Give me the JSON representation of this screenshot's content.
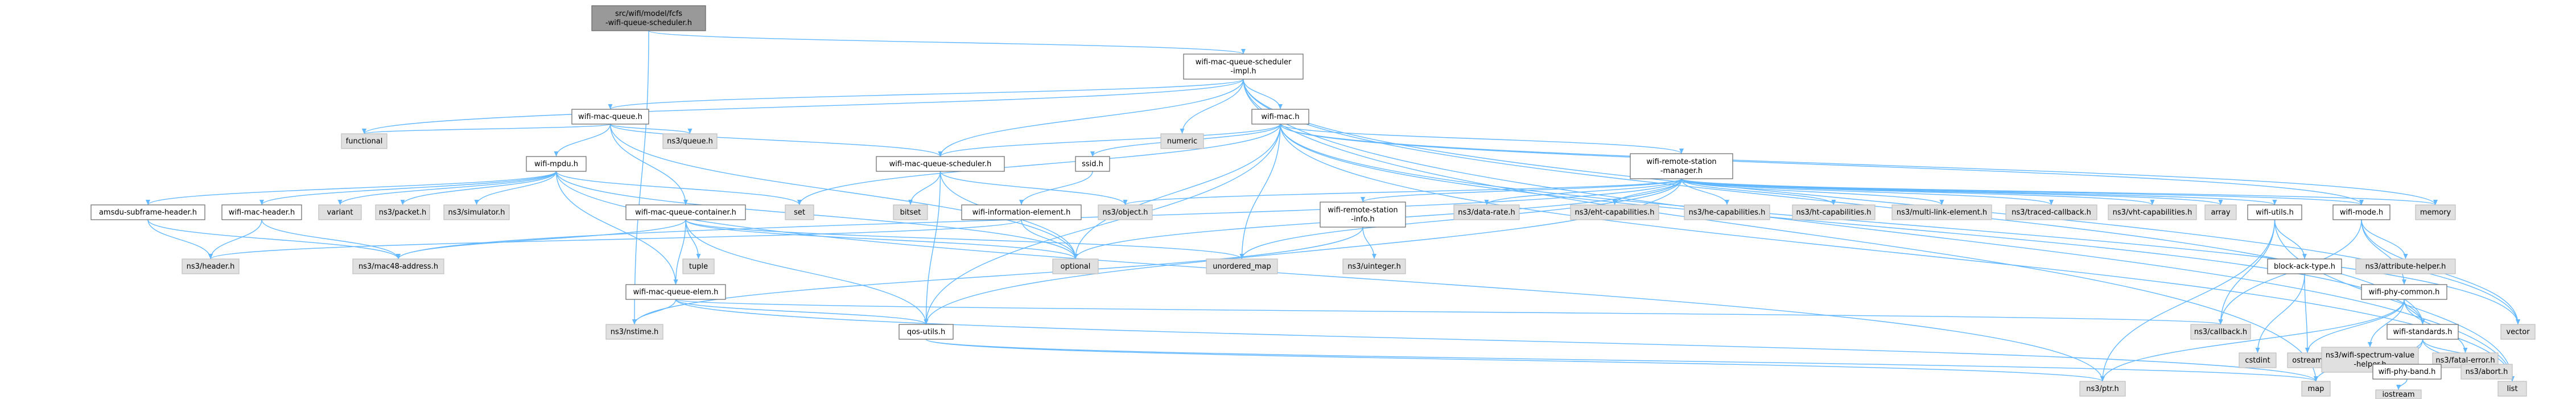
{
  "nodes": [
    {
      "id": "root",
      "lines": [
        "src/wifi/model/fcfs",
        "-wifi-queue-scheduler.h"
      ],
      "kind": "root"
    },
    {
      "id": "impl",
      "lines": [
        "wifi-mac-queue-scheduler",
        "-impl.h"
      ],
      "kind": "doc"
    },
    {
      "id": "wmq",
      "lines": [
        "wifi-mac-queue.h"
      ],
      "kind": "doc"
    },
    {
      "id": "wmac",
      "lines": [
        "wifi-mac.h"
      ],
      "kind": "doc"
    },
    {
      "id": "functional",
      "lines": [
        "functional"
      ],
      "kind": "std"
    },
    {
      "id": "nsqueue",
      "lines": [
        "ns3/queue.h"
      ],
      "kind": "std"
    },
    {
      "id": "mpdu",
      "lines": [
        "wifi-mpdu.h"
      ],
      "kind": "doc"
    },
    {
      "id": "numeric",
      "lines": [
        "numeric"
      ],
      "kind": "std"
    },
    {
      "id": "wmqs",
      "lines": [
        "wifi-mac-queue-scheduler.h"
      ],
      "kind": "doc"
    },
    {
      "id": "ssid",
      "lines": [
        "ssid.h"
      ],
      "kind": "doc"
    },
    {
      "id": "wrsm",
      "lines": [
        "wifi-remote-station",
        "-manager.h"
      ],
      "kind": "doc"
    },
    {
      "id": "amsdu",
      "lines": [
        "amsdu-subframe-header.h"
      ],
      "kind": "doc"
    },
    {
      "id": "wmh",
      "lines": [
        "wifi-mac-header.h"
      ],
      "kind": "doc"
    },
    {
      "id": "variant",
      "lines": [
        "variant"
      ],
      "kind": "std"
    },
    {
      "id": "packet",
      "lines": [
        "ns3/packet.h"
      ],
      "kind": "std"
    },
    {
      "id": "simulator",
      "lines": [
        "ns3/simulator.h"
      ],
      "kind": "std"
    },
    {
      "id": "set",
      "lines": [
        "set"
      ],
      "kind": "std"
    },
    {
      "id": "container",
      "lines": [
        "wifi-mac-queue-container.h"
      ],
      "kind": "doc"
    },
    {
      "id": "bitset",
      "lines": [
        "bitset"
      ],
      "kind": "std"
    },
    {
      "id": "wie",
      "lines": [
        "wifi-information-element.h"
      ],
      "kind": "doc"
    },
    {
      "id": "object",
      "lines": [
        "ns3/object.h"
      ],
      "kind": "std"
    },
    {
      "id": "datarate",
      "lines": [
        "ns3/data-rate.h"
      ],
      "kind": "std"
    },
    {
      "id": "ehtcap",
      "lines": [
        "ns3/eht-capabilities.h"
      ],
      "kind": "std"
    },
    {
      "id": "hecap",
      "lines": [
        "ns3/he-capabilities.h"
      ],
      "kind": "std"
    },
    {
      "id": "htcap",
      "lines": [
        "ns3/ht-capabilities.h"
      ],
      "kind": "std"
    },
    {
      "id": "mle",
      "lines": [
        "ns3/multi-link-element.h"
      ],
      "kind": "std"
    },
    {
      "id": "tracedcb",
      "lines": [
        "ns3/traced-callback.h"
      ],
      "kind": "std"
    },
    {
      "id": "vhtcap",
      "lines": [
        "ns3/vht-capabilities.h"
      ],
      "kind": "std"
    },
    {
      "id": "array",
      "lines": [
        "array"
      ],
      "kind": "std"
    },
    {
      "id": "wutils",
      "lines": [
        "wifi-utils.h"
      ],
      "kind": "doc"
    },
    {
      "id": "wmode",
      "lines": [
        "wifi-mode.h"
      ],
      "kind": "doc"
    },
    {
      "id": "memory",
      "lines": [
        "memory"
      ],
      "kind": "std"
    },
    {
      "id": "wrsi",
      "lines": [
        "wifi-remote-station",
        "-info.h"
      ],
      "kind": "doc"
    },
    {
      "id": "header",
      "lines": [
        "ns3/header.h"
      ],
      "kind": "std"
    },
    {
      "id": "mac48",
      "lines": [
        "ns3/mac48-address.h"
      ],
      "kind": "std"
    },
    {
      "id": "tuple",
      "lines": [
        "tuple"
      ],
      "kind": "std"
    },
    {
      "id": "optional",
      "lines": [
        "optional"
      ],
      "kind": "std"
    },
    {
      "id": "uinteger",
      "lines": [
        "ns3/uinteger.h"
      ],
      "kind": "std"
    },
    {
      "id": "umap",
      "lines": [
        "unordered_map"
      ],
      "kind": "std"
    },
    {
      "id": "blockack",
      "lines": [
        "block-ack-type.h"
      ],
      "kind": "doc"
    },
    {
      "id": "attrhelper",
      "lines": [
        "ns3/attribute-helper.h"
      ],
      "kind": "std"
    },
    {
      "id": "phycommon",
      "lines": [
        "wifi-phy-common.h"
      ],
      "kind": "doc"
    },
    {
      "id": "elem",
      "lines": [
        "wifi-mac-queue-elem.h"
      ],
      "kind": "doc"
    },
    {
      "id": "nstime",
      "lines": [
        "ns3/nstime.h"
      ],
      "kind": "std"
    },
    {
      "id": "qos",
      "lines": [
        "qos-utils.h"
      ],
      "kind": "doc"
    },
    {
      "id": "callback",
      "lines": [
        "ns3/callback.h"
      ],
      "kind": "std"
    },
    {
      "id": "cstdint",
      "lines": [
        "cstdint"
      ],
      "kind": "std"
    },
    {
      "id": "ostream",
      "lines": [
        "ostream"
      ],
      "kind": "std"
    },
    {
      "id": "spectrum",
      "lines": [
        "ns3/wifi-spectrum-value",
        "-helper.h"
      ],
      "kind": "std"
    },
    {
      "id": "fatal",
      "lines": [
        "ns3/fatal-error.h"
      ],
      "kind": "std"
    },
    {
      "id": "vector",
      "lines": [
        "vector"
      ],
      "kind": "std"
    },
    {
      "id": "wstandards",
      "lines": [
        "wifi-standards.h"
      ],
      "kind": "doc"
    },
    {
      "id": "ptr",
      "lines": [
        "ns3/ptr.h"
      ],
      "kind": "std"
    },
    {
      "id": "map",
      "lines": [
        "map"
      ],
      "kind": "std"
    },
    {
      "id": "list",
      "lines": [
        "list"
      ],
      "kind": "std"
    },
    {
      "id": "phyband",
      "lines": [
        "wifi-phy-band.h"
      ],
      "kind": "doc"
    },
    {
      "id": "abort",
      "lines": [
        "ns3/abort.h"
      ],
      "kind": "std"
    },
    {
      "id": "iostream",
      "lines": [
        "iostream"
      ],
      "kind": "std"
    }
  ],
  "edges": [
    [
      "root",
      "impl"
    ],
    [
      "root",
      "nstime"
    ],
    [
      "impl",
      "wmq"
    ],
    [
      "impl",
      "wmac"
    ],
    [
      "impl",
      "functional"
    ],
    [
      "impl",
      "numeric"
    ],
    [
      "impl",
      "wmqs"
    ],
    [
      "impl",
      "list"
    ],
    [
      "impl",
      "vector"
    ],
    [
      "impl",
      "map"
    ],
    [
      "impl",
      "wstandards"
    ],
    [
      "wmq",
      "functional"
    ],
    [
      "wmq",
      "nsqueue"
    ],
    [
      "wmq",
      "mpdu"
    ],
    [
      "wmq",
      "container"
    ],
    [
      "wmq",
      "wmqs"
    ],
    [
      "wmq",
      "optional"
    ],
    [
      "wmac",
      "wmqs"
    ],
    [
      "wmac",
      "ssid"
    ],
    [
      "wmac",
      "wrsm"
    ],
    [
      "wmac",
      "set"
    ],
    [
      "wmac",
      "memory"
    ],
    [
      "wmac",
      "umap"
    ],
    [
      "wmac",
      "wstandards"
    ],
    [
      "wmac",
      "list"
    ],
    [
      "wmac",
      "vector"
    ],
    [
      "wmac",
      "optional"
    ],
    [
      "wmac",
      "qos"
    ],
    [
      "wmac",
      "wmode"
    ],
    [
      "mpdu",
      "amsdu"
    ],
    [
      "mpdu",
      "wmh"
    ],
    [
      "mpdu",
      "variant"
    ],
    [
      "mpdu",
      "packet"
    ],
    [
      "mpdu",
      "simulator"
    ],
    [
      "mpdu",
      "set"
    ],
    [
      "mpdu",
      "elem"
    ],
    [
      "mpdu",
      "optional"
    ],
    [
      "mpdu",
      "ptr"
    ],
    [
      "wmqs",
      "bitset"
    ],
    [
      "wmqs",
      "object"
    ],
    [
      "wmqs",
      "optional"
    ],
    [
      "wmqs",
      "qos"
    ],
    [
      "ssid",
      "wie"
    ],
    [
      "wrsm",
      "object"
    ],
    [
      "wrsm",
      "datarate"
    ],
    [
      "wrsm",
      "ehtcap"
    ],
    [
      "wrsm",
      "hecap"
    ],
    [
      "wrsm",
      "htcap"
    ],
    [
      "wrsm",
      "mle"
    ],
    [
      "wrsm",
      "tracedcb"
    ],
    [
      "wrsm",
      "vhtcap"
    ],
    [
      "wrsm",
      "array"
    ],
    [
      "wrsm",
      "wutils"
    ],
    [
      "wrsm",
      "wmode"
    ],
    [
      "wrsm",
      "memory"
    ],
    [
      "wrsm",
      "wrsi"
    ],
    [
      "wrsm",
      "mac48"
    ],
    [
      "wrsm",
      "optional"
    ],
    [
      "wrsm",
      "umap"
    ],
    [
      "wrsm",
      "qos"
    ],
    [
      "amsdu",
      "header"
    ],
    [
      "amsdu",
      "mac48"
    ],
    [
      "wmh",
      "header"
    ],
    [
      "wmh",
      "mac48"
    ],
    [
      "container",
      "tuple"
    ],
    [
      "container",
      "optional"
    ],
    [
      "container",
      "umap"
    ],
    [
      "container",
      "elem"
    ],
    [
      "container",
      "mac48"
    ],
    [
      "container",
      "qos"
    ],
    [
      "wie",
      "header"
    ],
    [
      "wie",
      "optional"
    ],
    [
      "wrsi",
      "uinteger"
    ],
    [
      "wrsi",
      "nstime"
    ],
    [
      "wutils",
      "blockack"
    ],
    [
      "wutils",
      "callback"
    ],
    [
      "wutils",
      "ptr"
    ],
    [
      "wutils",
      "list"
    ],
    [
      "wmode",
      "attrhelper"
    ],
    [
      "wmode",
      "phycommon"
    ],
    [
      "wmode",
      "vector"
    ],
    [
      "wmode",
      "callback"
    ],
    [
      "blockack",
      "cstdint"
    ],
    [
      "blockack",
      "ostream"
    ],
    [
      "phycommon",
      "spectrum"
    ],
    [
      "phycommon",
      "fatal"
    ],
    [
      "phycommon",
      "wstandards"
    ],
    [
      "phycommon",
      "ptr"
    ],
    [
      "phycommon",
      "ostream"
    ],
    [
      "elem",
      "nstime"
    ],
    [
      "elem",
      "callback"
    ],
    [
      "elem",
      "map"
    ],
    [
      "elem",
      "qos"
    ],
    [
      "qos",
      "map"
    ],
    [
      "qos",
      "ptr"
    ],
    [
      "wstandards",
      "phyband"
    ],
    [
      "wstandards",
      "abort"
    ],
    [
      "wstandards",
      "map"
    ],
    [
      "wstandards",
      "list"
    ],
    [
      "phyband",
      "iostream"
    ]
  ]
}
